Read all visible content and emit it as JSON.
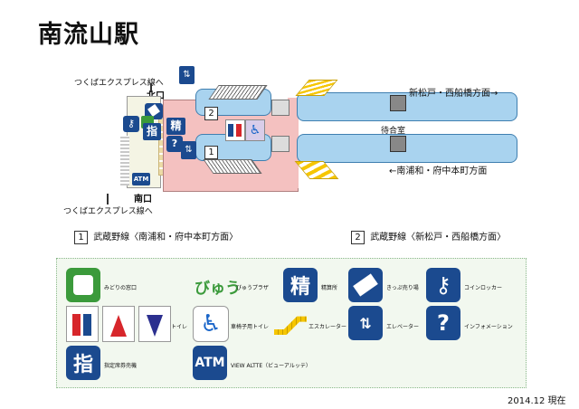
{
  "title": "南流山駅",
  "map": {
    "tx_north_label": "つくばエクスプレス線へ",
    "tx_south_label": "つくばエクスプレス線へ",
    "north_exit": "北口",
    "south_exit": "南口",
    "platform_2": "2",
    "platform_1": "1",
    "upper_direction": "新松戸・西船橋方面→",
    "lower_direction": "←南浦和・府中本町方面",
    "waiting_room": "待合室",
    "ticket_office_sign": "指",
    "seisan_sign": "精",
    "atm_sign": "ATM"
  },
  "platform_notes": [
    {
      "num": "1",
      "text": "武蔵野線〈南浦和・府中本町方面〉"
    },
    {
      "num": "2",
      "text": "武蔵野線〈新松戸・西船橋方面〉"
    }
  ],
  "legend": {
    "midori": "みどりの窓口",
    "viewplaza_logo": "びゅう",
    "viewplaza": "びゅうプラザ",
    "seisan_icon": "精",
    "seisan": "精算所",
    "kippu": "きっぷ売り場",
    "locker": "コインロッカー",
    "toilet": "トイレ",
    "wheelchair_toilet": "車椅子用トイレ",
    "escalator": "エスカレーター",
    "elevator": "エレベーター",
    "info": "インフォメーション",
    "shitei_icon": "指",
    "shitei": "指定席券売機",
    "atm_icon": "ATM",
    "atm": "VIEW ALTTE（ビューアルッテ）"
  },
  "date": "2014.12 現在",
  "colors": {
    "platform": "#a9d3ef",
    "concourse": "#f4c1c0",
    "sign_blue": "#1b4a8f",
    "midori": "#3b9a3b",
    "toilet_red": "#d7262b",
    "escalator": "#f6c600"
  }
}
